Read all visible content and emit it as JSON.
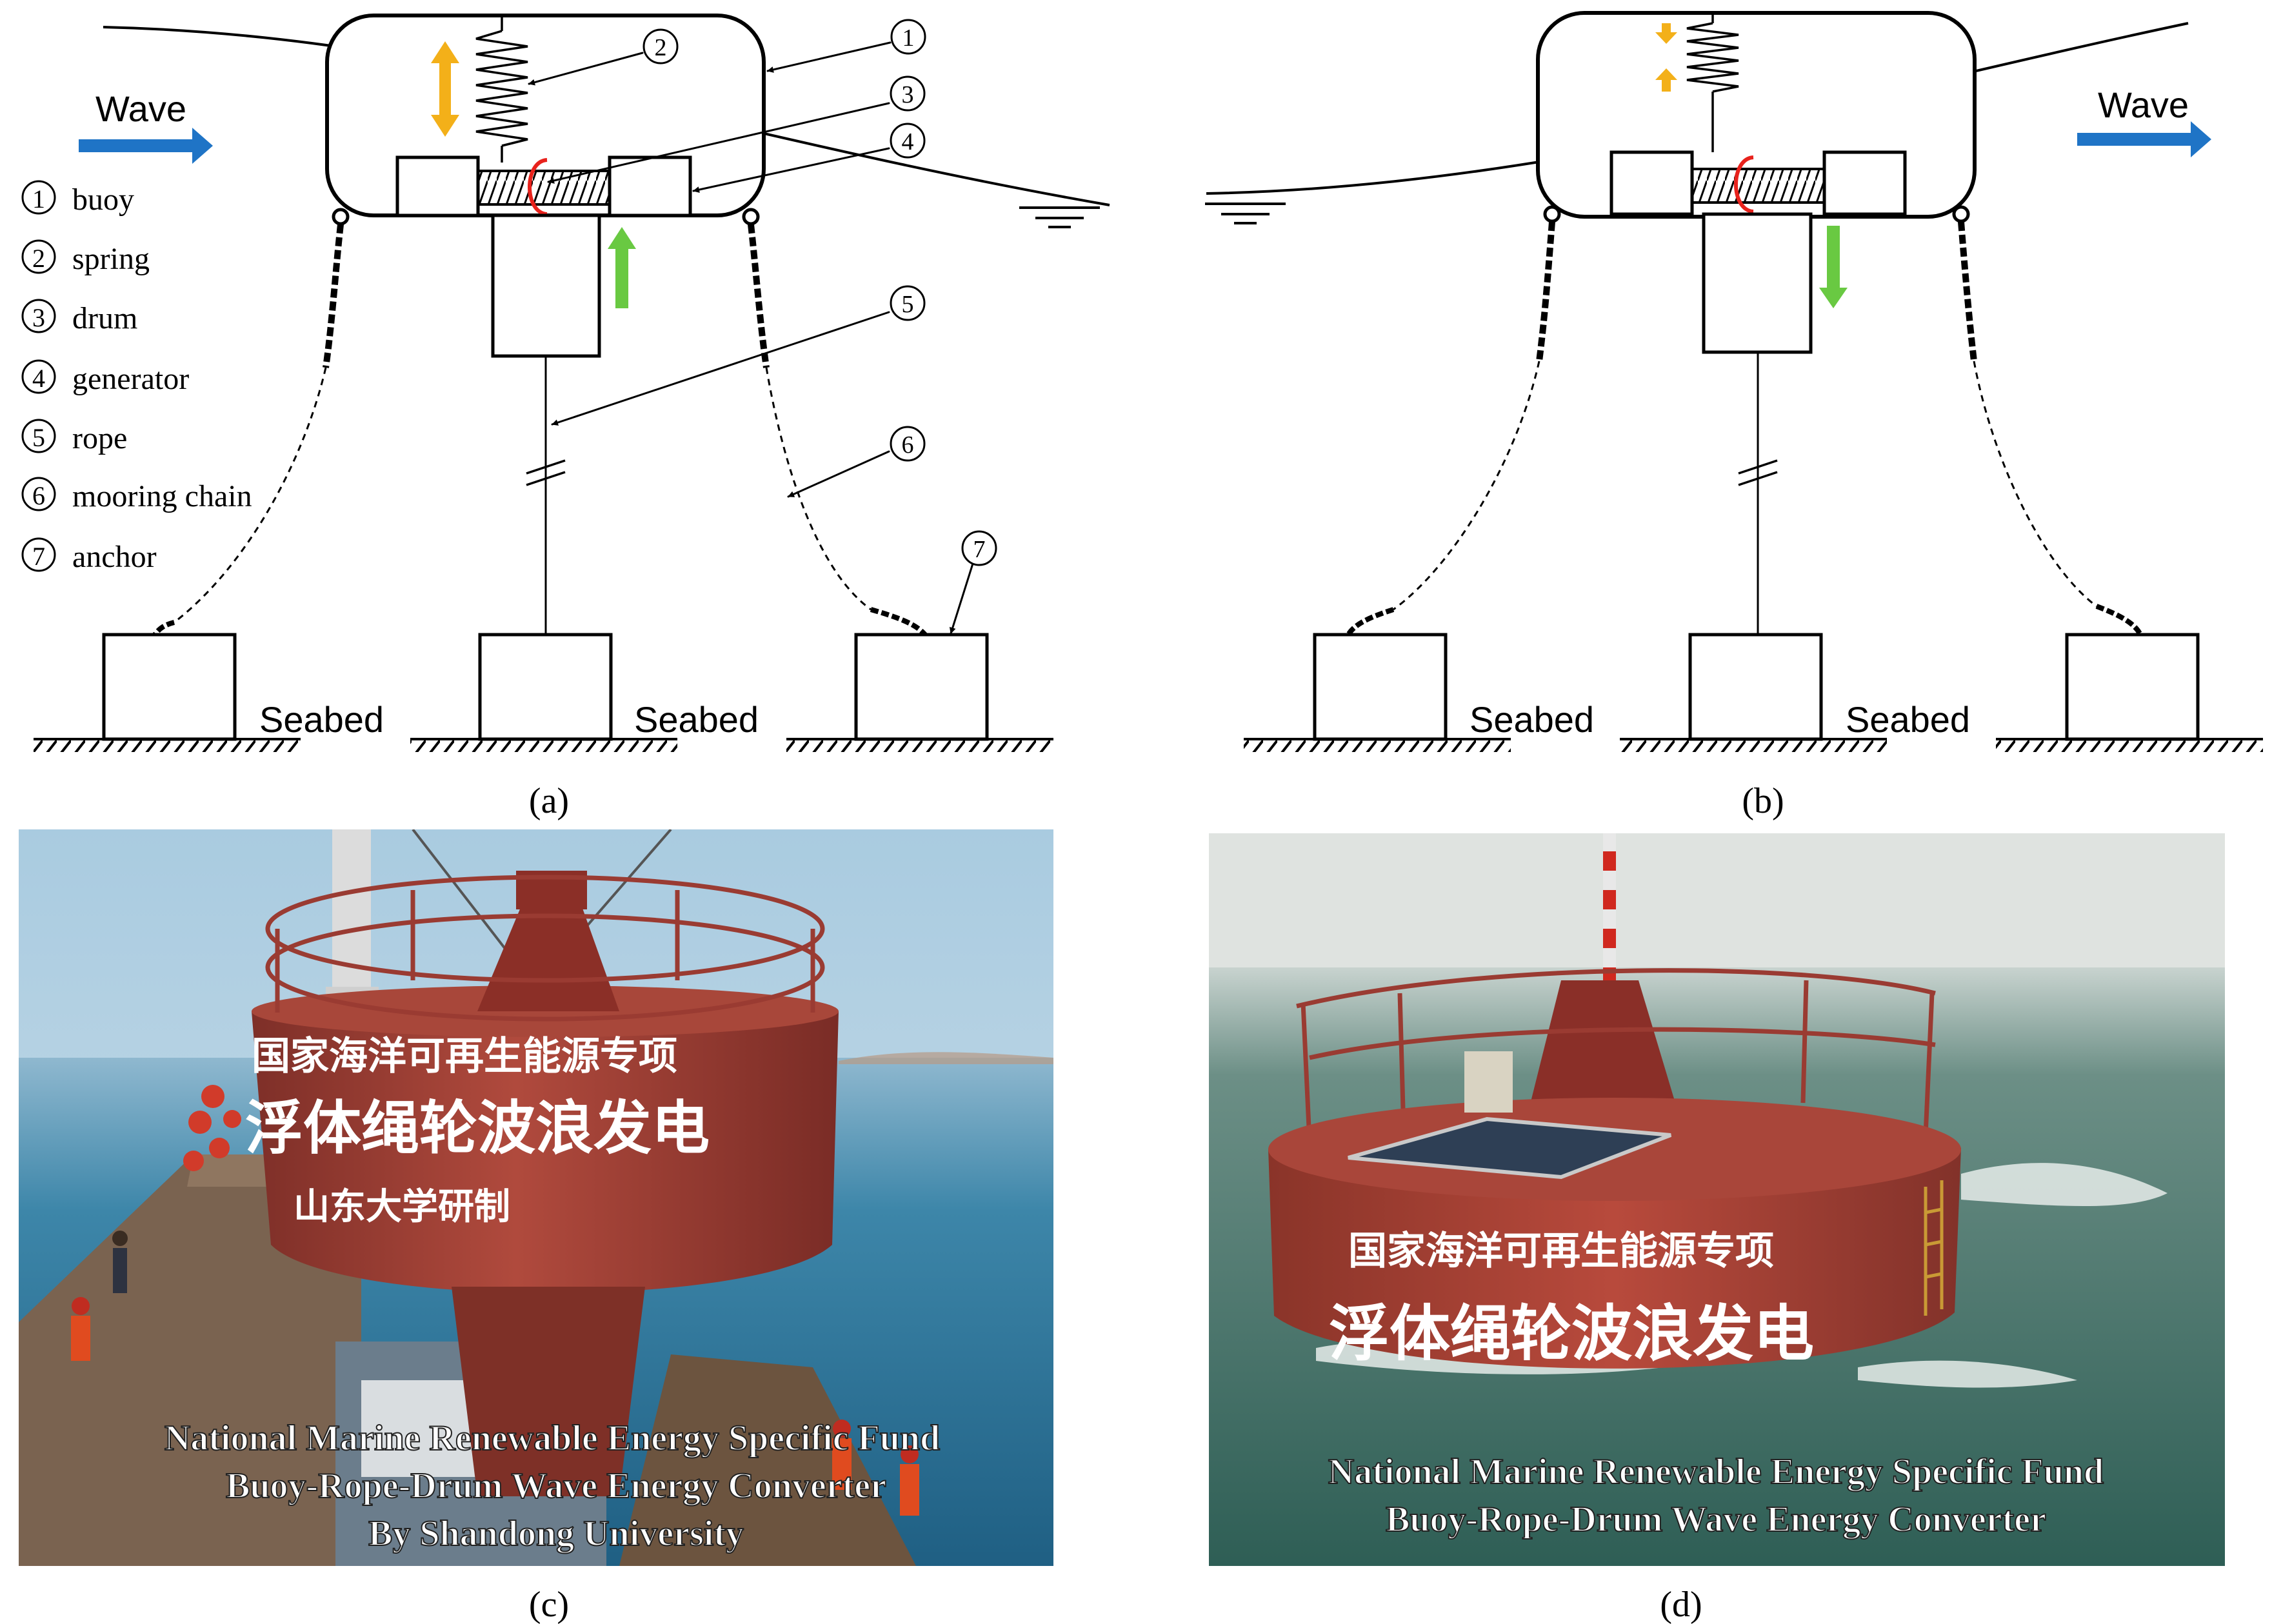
{
  "legend": {
    "items": [
      {
        "num": "1",
        "label": "buoy"
      },
      {
        "num": "2",
        "label": "spring"
      },
      {
        "num": "3",
        "label": "drum"
      },
      {
        "num": "4",
        "label": "generator"
      },
      {
        "num": "5",
        "label": "rope"
      },
      {
        "num": "6",
        "label": "mooring chain"
      },
      {
        "num": "7",
        "label": "anchor"
      }
    ]
  },
  "panel_a": {
    "wave_label": "Wave",
    "seabed_labels": [
      "Seabed",
      "Seabed"
    ],
    "callouts": [
      "1",
      "2",
      "3",
      "4",
      "5",
      "6",
      "7"
    ],
    "caption": "(a)"
  },
  "panel_b": {
    "wave_label": "Wave",
    "seabed_labels": [
      "Seabed",
      "Seabed"
    ],
    "caption": "(b)"
  },
  "panel_c": {
    "hull_text": [
      "国家海洋可再生能源专项",
      "浮体绳轮波浪发电",
      "山东大学研制"
    ],
    "overlay_lines": [
      "National Marine Renewable Energy Specific Fund",
      "Buoy-Rope-Drum Wave Energy Converter",
      "By Shandong University"
    ],
    "caption": "(c)"
  },
  "panel_d": {
    "hull_text": [
      "国家海洋可再生能源专项",
      "浮体绳轮波浪发电"
    ],
    "overlay_lines": [
      "National Marine Renewable Energy Specific Fund",
      "Buoy-Rope-Drum Wave Energy Converter"
    ],
    "caption": "(d)"
  },
  "colors": {
    "wave_arrow": "#1f74c6",
    "spring_arrow": "#f3b019",
    "motion_arrow": "#69c942",
    "drum_mark": "#e8221c",
    "hull_red": "#9c3a30",
    "sea": "#3f86a8",
    "sea_d": "#4f7d72"
  }
}
